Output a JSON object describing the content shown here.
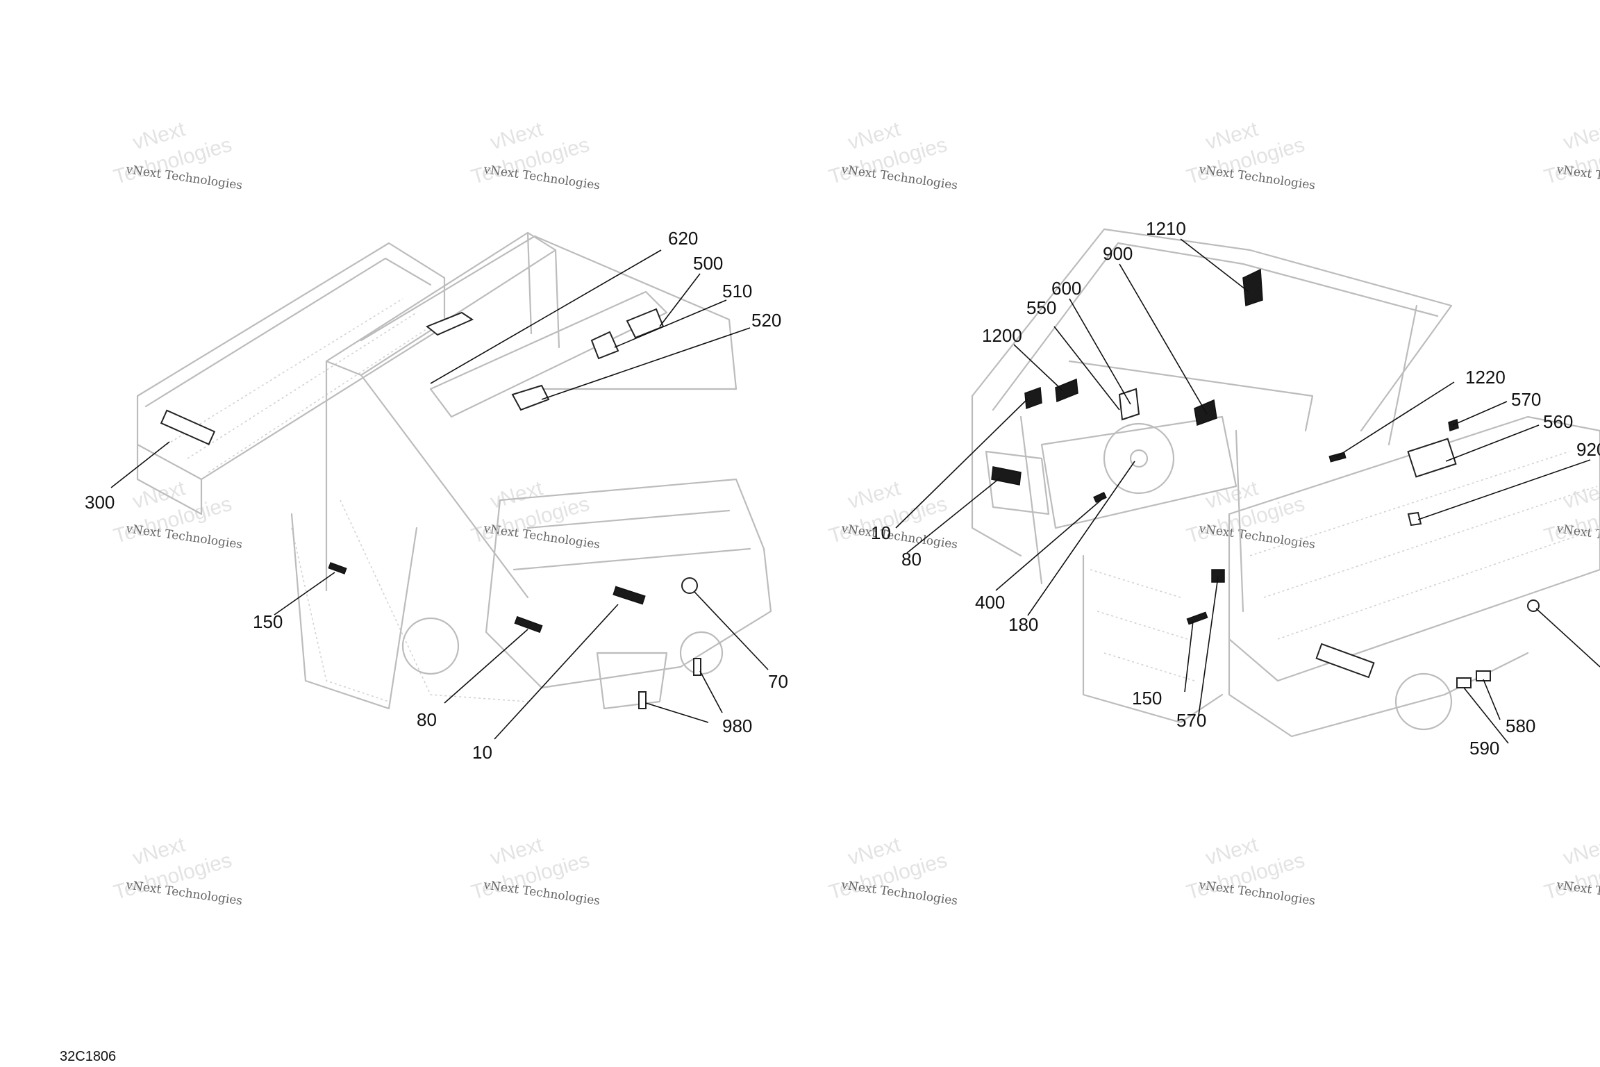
{
  "figure_code": "32C1806",
  "watermark": {
    "brand": "vNext",
    "company": "Technologies",
    "line": "vNext Technologies"
  },
  "left_view_callouts": [
    "620",
    "500",
    "510",
    "520",
    "300",
    "150",
    "80",
    "10",
    "70",
    "980"
  ],
  "right_view_callouts": [
    "1210",
    "900",
    "600",
    "550",
    "1200",
    "1220",
    "570",
    "560",
    "920",
    "10",
    "80",
    "400",
    "180",
    "150",
    "570",
    "580",
    "590"
  ]
}
